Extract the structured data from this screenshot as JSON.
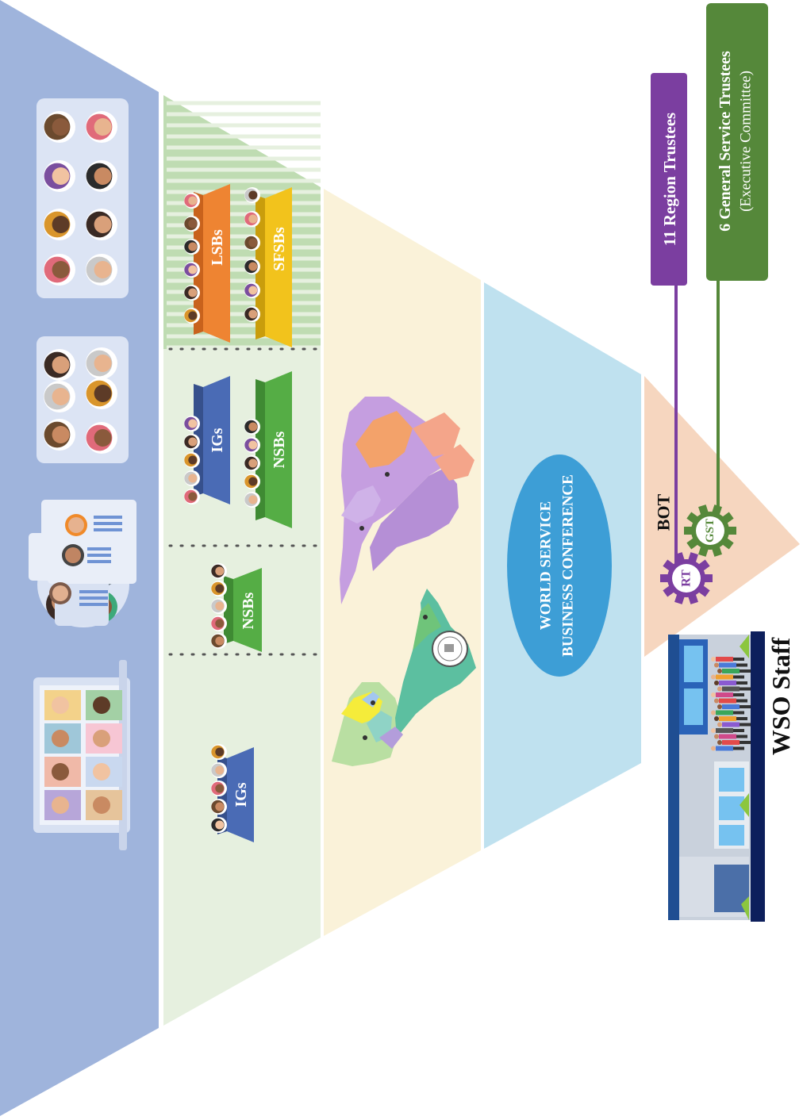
{
  "diagram": {
    "tiers": {
      "ig_left_label": "IGs",
      "nsb_mid_label": "NSBs",
      "ig_right_label": "IGs",
      "nsb_right_label": "NSBs",
      "lsb_label": "LSBs",
      "sfsb_label": "SFSBs"
    },
    "conference": {
      "line1": "WORLD SERVICE",
      "line2": "BUSINESS CONFERENCE"
    },
    "bot": {
      "label": "BOT",
      "rt_gear": "RT",
      "gst_gear": "GST"
    },
    "trustees": {
      "region": "11 Region Trustees",
      "general": "6 General Service Trustees",
      "general_sub": "(Executive Committee)"
    },
    "staff": {
      "label": "WSO Staff"
    },
    "colors": {
      "members_band": "#9fb4dc",
      "groups_band": "#e6f0df",
      "map_band": "#faf2d9",
      "conference_band": "#bfe1ef",
      "bot_band": "#f6d6bf",
      "ig": "#4a6bb5",
      "nsb": "#55ad45",
      "lsb": "#ee8432",
      "sfsb": "#f2c31c",
      "region_trustees": "#7b3ea0",
      "general_trustees": "#55883a",
      "staff_bar": "#0d1f5c"
    }
  }
}
